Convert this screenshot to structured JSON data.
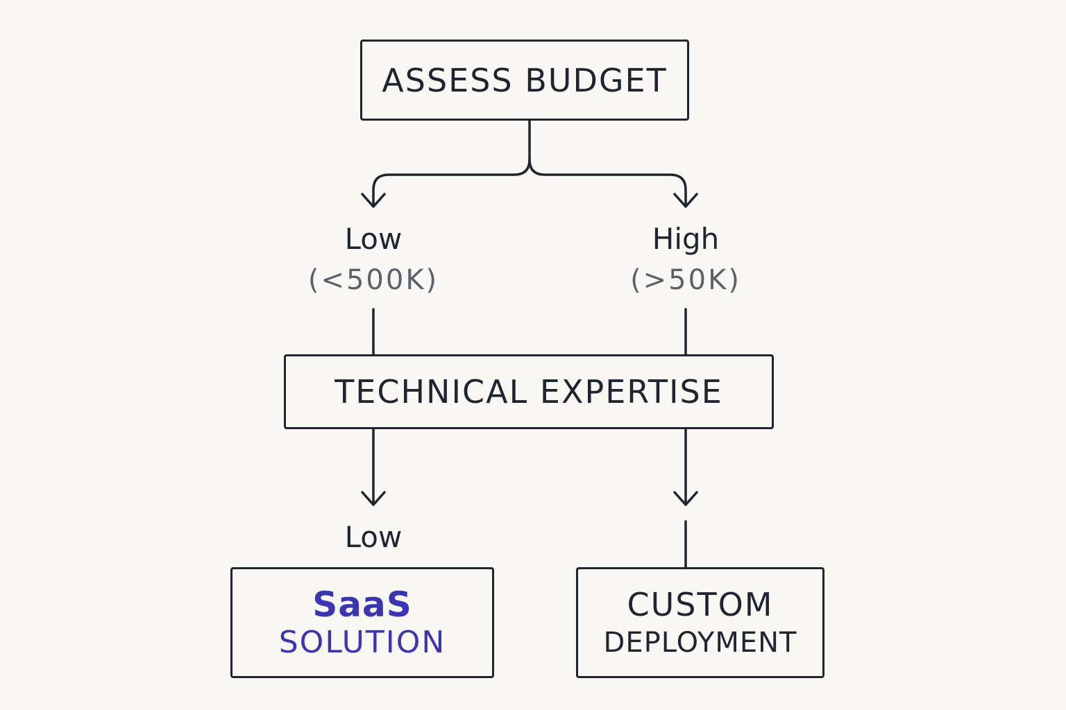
{
  "colors": {
    "background": "#f8f7f3",
    "ink": "#1f2530",
    "muted": "#5a616b",
    "accent": "#3b35b0"
  },
  "nodes": {
    "assess_budget": "ASSESS BUDGET",
    "technical_expertise": "TECHNICAL EXPERTISE",
    "saas": {
      "line1": "SaaS",
      "line2": "SOLUTION"
    },
    "custom": {
      "line1": "CUSTOM",
      "line2": "DEPLOYMENT"
    }
  },
  "branches": {
    "budget_low": {
      "label": "Low",
      "sub": "(<500K)"
    },
    "budget_high": {
      "label": "High",
      "sub": "(>50K)"
    },
    "expertise_low": {
      "label": "Low"
    }
  }
}
